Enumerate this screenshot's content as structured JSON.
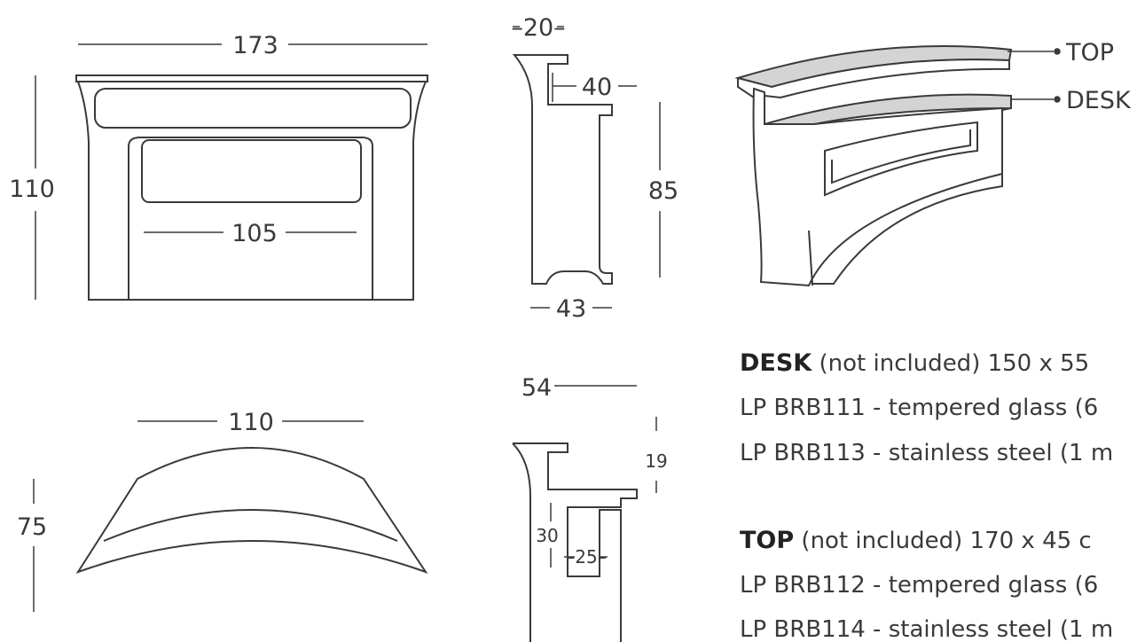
{
  "front_view": {
    "width_label": "173",
    "height_label": "110",
    "inner_width_label": "105"
  },
  "side_view": {
    "top_depth_label": "20",
    "desk_depth_label": "40",
    "height_label": "85",
    "base_depth_label": "43"
  },
  "plan_view": {
    "width_label": "110",
    "depth_label": "75"
  },
  "section_view": {
    "top_label": "54",
    "desk_gap_label": "19",
    "height_label": "30",
    "shelf_depth_label": "25"
  },
  "perspective": {
    "callouts": {
      "top": "TOP",
      "desk": "DESK"
    }
  },
  "specs": {
    "desk": {
      "name": "DESK",
      "line": " (not included) 150 x 55",
      "options": [
        "LP BRB111 - tempered glass (6",
        "LP BRB113 - stainless steel (1 m"
      ]
    },
    "top": {
      "name": "TOP",
      "line": " (not included) 170 x 45 c",
      "options": [
        "LP BRB112 - tempered glass (6",
        "LP BRB114 - stainless steel (1 m"
      ]
    }
  },
  "colors": {
    "stroke": "#3a3a3a",
    "panel_fill": "#d4d4d4"
  }
}
